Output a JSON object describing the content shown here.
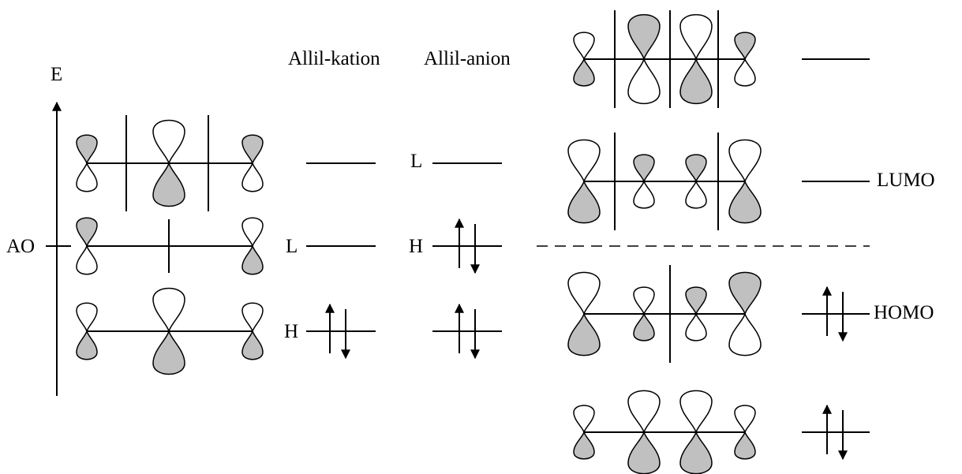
{
  "labels": {
    "energy_axis": "E",
    "atomic_orbital": "AO",
    "allyl_cation": "Allil-kation",
    "allyl_anion": "Allil-anion",
    "cation_lumo": "L",
    "cation_homo": "H",
    "anion_lumo": "L",
    "anion_homo": "H",
    "lumo": "LUMO",
    "homo": "HOMO"
  },
  "colors": {
    "shaded_lobe": "#c0c0c0",
    "open_lobe": "#ffffff",
    "line": "#000000"
  },
  "allyl_orbitals": [
    {
      "level": "upper",
      "nodes": 2,
      "lobe_signs": [
        "-",
        "+",
        "-"
      ]
    },
    {
      "level": "middle",
      "nodes": 1,
      "lobe_signs": [
        "-",
        "0",
        "+"
      ]
    },
    {
      "level": "lower",
      "nodes": 0,
      "lobe_signs": [
        "+",
        "+",
        "+"
      ]
    }
  ],
  "cation_occupancy": {
    "upper": 0,
    "middle": 0,
    "lower": 2
  },
  "anion_occupancy": {
    "upper": 0,
    "middle": 2,
    "lower": 2
  },
  "butadiene_orbitals": [
    {
      "level": "1",
      "nodes": 3,
      "lobe_signs": [
        "+",
        "-",
        "+",
        "-"
      ],
      "occupancy": 0
    },
    {
      "level": "2",
      "nodes": 2,
      "lobe_signs": [
        "+",
        "-",
        "-",
        "+"
      ],
      "occupancy": 0,
      "label": "LUMO"
    },
    {
      "level": "3",
      "nodes": 1,
      "lobe_signs": [
        "+",
        "+",
        "-",
        "-"
      ],
      "occupancy": 2,
      "label": "HOMO"
    },
    {
      "level": "4",
      "nodes": 0,
      "lobe_signs": [
        "+",
        "+",
        "+",
        "+"
      ],
      "occupancy": 2
    }
  ]
}
